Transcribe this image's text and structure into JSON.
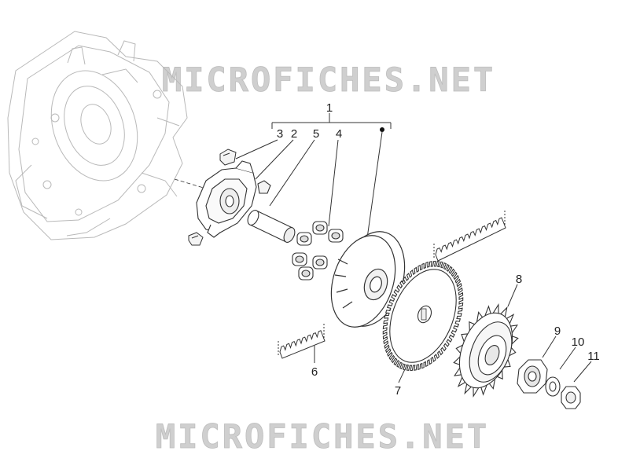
{
  "watermark": {
    "text": "MICROFICHES.NET",
    "color": "#cfcfcf"
  },
  "diagram": {
    "line_color": "#333333",
    "ghost_color": "#b9b9b9",
    "callouts": {
      "c1": "1",
      "c2": "2",
      "c3": "3",
      "c4": "4",
      "c5": "5",
      "c6": "6",
      "c7": "7",
      "c8": "8",
      "c9": "9",
      "c10": "10",
      "c11": "11"
    }
  }
}
